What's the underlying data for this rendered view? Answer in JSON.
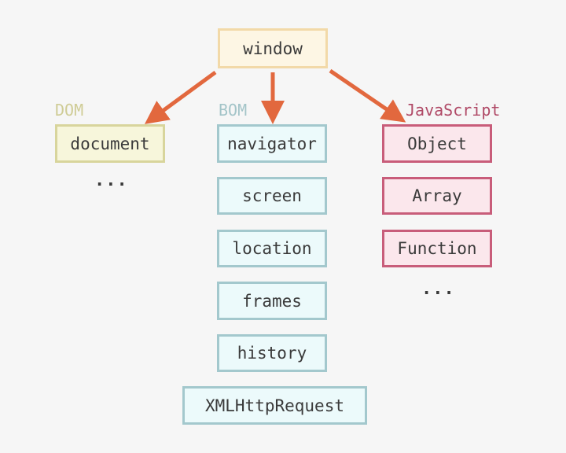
{
  "root": {
    "label": "window"
  },
  "groups": {
    "dom": {
      "label": "DOM",
      "items": [
        "document"
      ],
      "ellipsis": "..."
    },
    "bom": {
      "label": "BOM",
      "items": [
        "navigator",
        "screen",
        "location",
        "frames",
        "history",
        "XMLHttpRequest"
      ]
    },
    "js": {
      "label": "JavaScript",
      "items": [
        "Object",
        "Array",
        "Function"
      ],
      "ellipsis": "..."
    }
  },
  "colors": {
    "arrow": "#e2683e",
    "root_border": "#f2d9a8",
    "dom_border": "#d8d59c",
    "bom_border": "#a3c8cd",
    "js_border": "#c85d7a"
  }
}
